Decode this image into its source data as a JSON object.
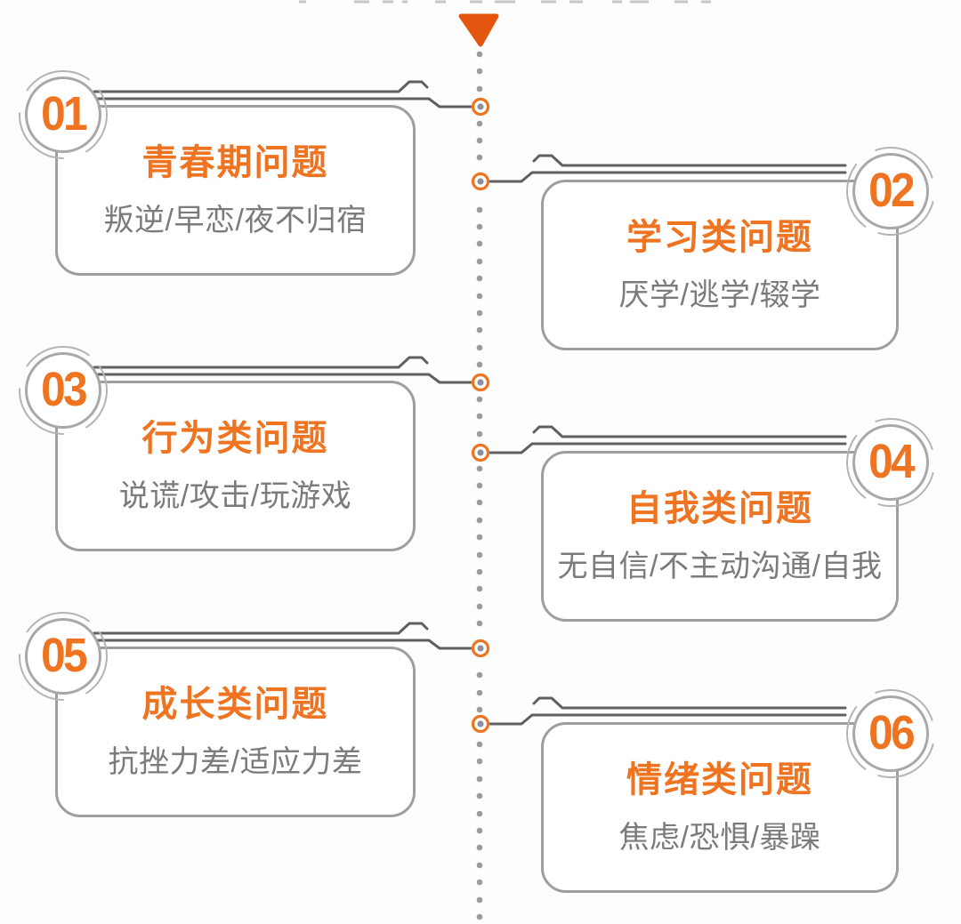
{
  "timeline": {
    "arrow_icon": "down-triangle",
    "arrow_color": "#e4560f",
    "dot_color": "#9c9c9c",
    "connector_ring_color": "#ee7421",
    "connector_core_color": "#8a90a0",
    "connector_line_color": "#5f5f5f"
  },
  "colors": {
    "accent": "#ee7421",
    "title_text": "#ee7421",
    "subtitle_text": "#7b7b7b",
    "card_border": "#9e9e9e",
    "circle_border": "#a8a8a8",
    "background": "#fdfdfd"
  },
  "cards": [
    {
      "number": "01",
      "title": "青春期问题",
      "subtitle": "叛逆/早恋/夜不归宿",
      "side": "left"
    },
    {
      "number": "02",
      "title": "学习类问题",
      "subtitle": "厌学/逃学/辍学",
      "side": "right"
    },
    {
      "number": "03",
      "title": "行为类问题",
      "subtitle": "说谎/攻击/玩游戏",
      "side": "left"
    },
    {
      "number": "04",
      "title": "自我类问题",
      "subtitle": "无自信/不主动沟通/自我",
      "side": "right"
    },
    {
      "number": "05",
      "title": "成长类问题",
      "subtitle": "抗挫力差/适应力差",
      "side": "left"
    },
    {
      "number": "06",
      "title": "情绪类问题",
      "subtitle": "焦虑/恐惧/暴躁",
      "side": "right"
    }
  ]
}
